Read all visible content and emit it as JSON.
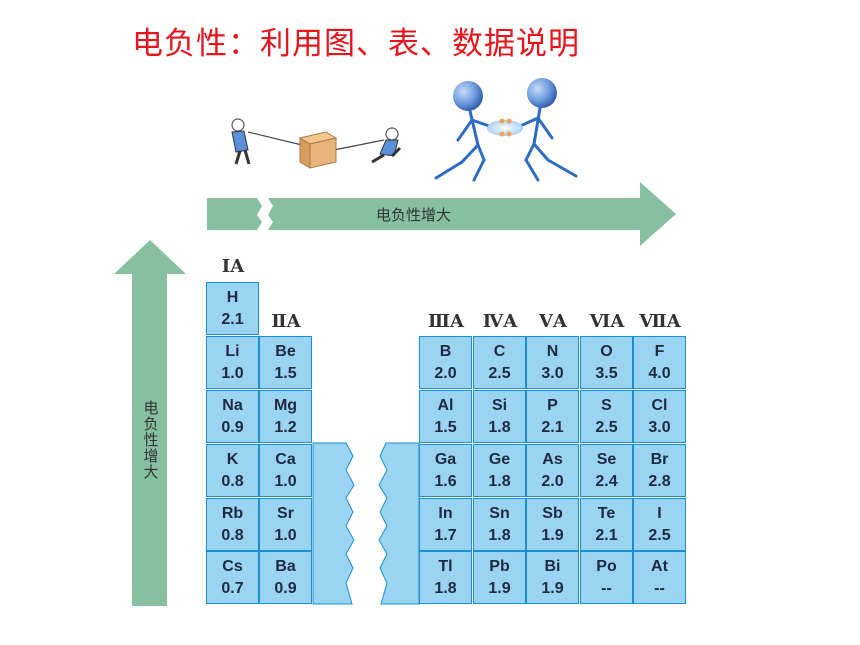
{
  "title": "电负性：利用图、表、数据说明",
  "horizontal_arrow_label": "电负性增大",
  "vertical_arrow_label": "电负性增大",
  "groups": [
    "ⅠA",
    "ⅡA",
    "ⅢA",
    "ⅣA",
    "ⅤA",
    "ⅥA",
    "ⅦA"
  ],
  "elements": {
    "H": {
      "symbol": "H",
      "value": "2.1"
    },
    "Li": {
      "symbol": "Li",
      "value": "1.0"
    },
    "Be": {
      "symbol": "Be",
      "value": "1.5"
    },
    "Na": {
      "symbol": "Na",
      "value": "0.9"
    },
    "Mg": {
      "symbol": "Mg",
      "value": "1.2"
    },
    "K": {
      "symbol": "K",
      "value": "0.8"
    },
    "Ca": {
      "symbol": "Ca",
      "value": "1.0"
    },
    "Rb": {
      "symbol": "Rb",
      "value": "0.8"
    },
    "Sr": {
      "symbol": "Sr",
      "value": "1.0"
    },
    "Cs": {
      "symbol": "Cs",
      "value": "0.7"
    },
    "Ba": {
      "symbol": "Ba",
      "value": "0.9"
    },
    "B": {
      "symbol": "B",
      "value": "2.0"
    },
    "C": {
      "symbol": "C",
      "value": "2.5"
    },
    "N": {
      "symbol": "N",
      "value": "3.0"
    },
    "O": {
      "symbol": "O",
      "value": "3.5"
    },
    "F": {
      "symbol": "F",
      "value": "4.0"
    },
    "Al": {
      "symbol": "Al",
      "value": "1.5"
    },
    "Si": {
      "symbol": "Si",
      "value": "1.8"
    },
    "P": {
      "symbol": "P",
      "value": "2.1"
    },
    "S": {
      "symbol": "S",
      "value": "2.5"
    },
    "Cl": {
      "symbol": "Cl",
      "value": "3.0"
    },
    "Ga": {
      "symbol": "Ga",
      "value": "1.6"
    },
    "Ge": {
      "symbol": "Ge",
      "value": "1.8"
    },
    "As": {
      "symbol": "As",
      "value": "2.0"
    },
    "Se": {
      "symbol": "Se",
      "value": "2.4"
    },
    "Br": {
      "symbol": "Br",
      "value": "2.8"
    },
    "In": {
      "symbol": "In",
      "value": "1.7"
    },
    "Sn": {
      "symbol": "Sn",
      "value": "1.8"
    },
    "Sb": {
      "symbol": "Sb",
      "value": "1.9"
    },
    "Te": {
      "symbol": "Te",
      "value": "2.1"
    },
    "I": {
      "symbol": "I",
      "value": "2.5"
    },
    "Tl": {
      "symbol": "Tl",
      "value": "1.8"
    },
    "Pb": {
      "symbol": "Pb",
      "value": "1.9"
    },
    "Bi": {
      "symbol": "Bi",
      "value": "1.9"
    },
    "Po": {
      "symbol": "Po",
      "value": "--"
    },
    "At": {
      "symbol": "At",
      "value": "--"
    }
  },
  "colors": {
    "title": "#e8141c",
    "arrow": "#86c0a0",
    "cell_fill": "#9bd4f2",
    "cell_border": "#1a8fd4",
    "sphere": "#5b8fd8"
  }
}
